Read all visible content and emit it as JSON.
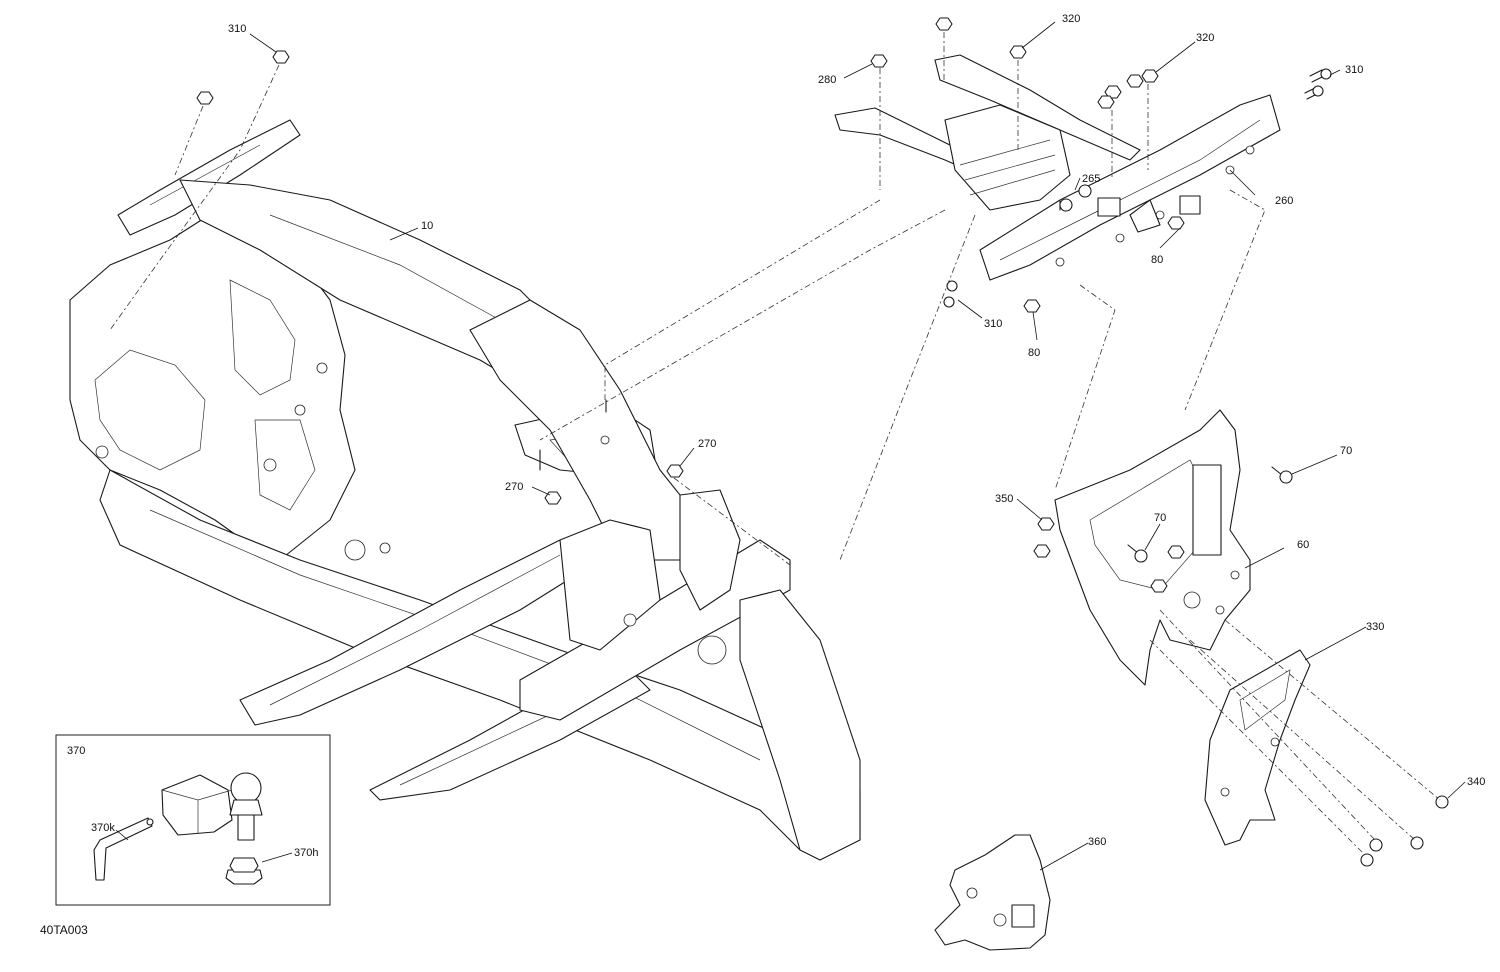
{
  "figure_id": "40TA003",
  "inset_label": "370",
  "callouts": {
    "c10": "10",
    "c60": "60",
    "c70a": "70",
    "c70b": "70",
    "c80a": "80",
    "c80b": "80",
    "c260": "260",
    "c265": "265",
    "c270a": "270",
    "c270b": "270",
    "c280": "280",
    "c310a": "310",
    "c310b": "310",
    "c310c": "310",
    "c320a": "320",
    "c320b": "320",
    "c330": "330",
    "c340": "340",
    "c350": "350",
    "c360": "360",
    "c370h": "370h",
    "c370k": "370k"
  }
}
